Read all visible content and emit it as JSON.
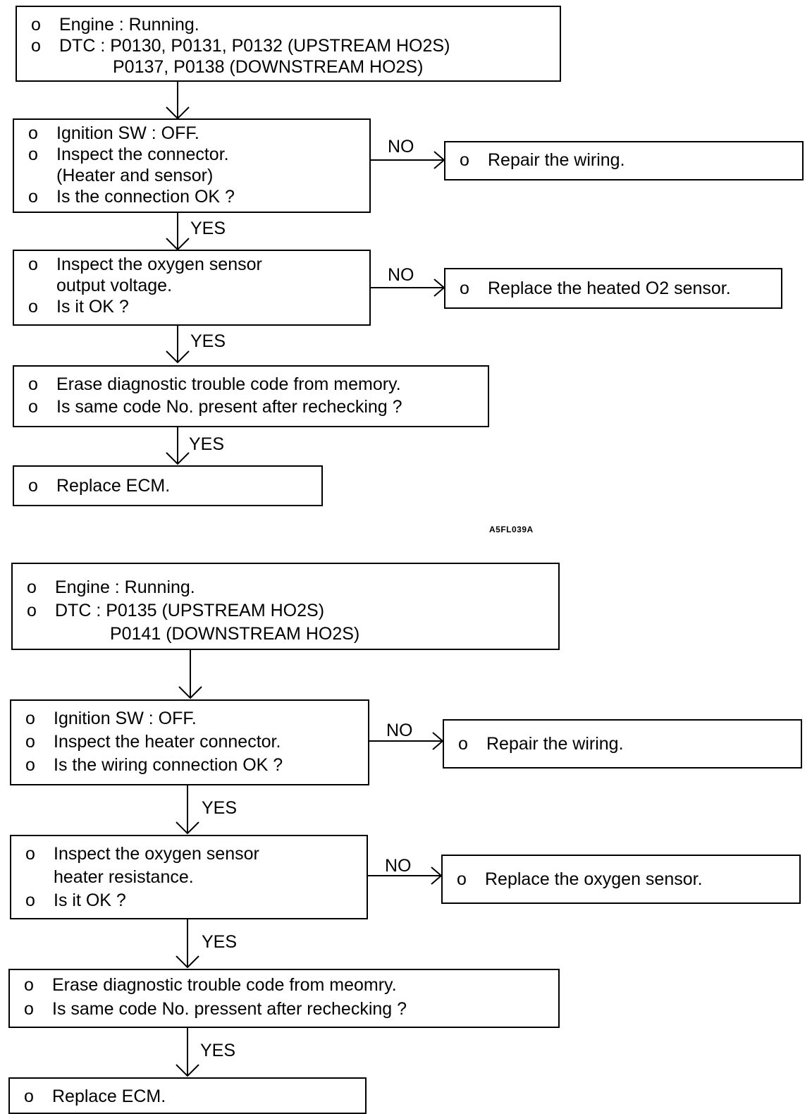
{
  "bullet": "o",
  "chart1": {
    "start": {
      "lines": [
        "Engine : Running.",
        "DTC : P0130, P0131, P0132 (UPSTREAM HO2S)",
        "P0137, P0138 (DOWNSTREAM HO2S)"
      ]
    },
    "step1": {
      "lines": [
        "Ignition SW : OFF.",
        "Inspect the connector.",
        "(Heater and sensor)",
        "Is the connection OK ?"
      ],
      "no_label": "NO",
      "no_action": "Repair the wiring.",
      "yes_label": "YES"
    },
    "step2": {
      "lines": [
        "Inspect the oxygen sensor",
        "output voltage.",
        "Is it OK ?"
      ],
      "no_label": "NO",
      "no_action": "Replace the heated O2 sensor.",
      "yes_label": "YES"
    },
    "step3": {
      "lines": [
        "Erase diagnostic trouble code from memory.",
        "Is same code No. present after rechecking ?"
      ],
      "yes_label": "YES"
    },
    "end": {
      "line": "Replace ECM."
    },
    "figure_code": "A5FL039A"
  },
  "chart2": {
    "start": {
      "lines": [
        "Engine : Running.",
        "DTC : P0135 (UPSTREAM HO2S)",
        "P0141 (DOWNSTREAM HO2S)"
      ]
    },
    "step1": {
      "lines": [
        "Ignition SW : OFF.",
        "Inspect the heater connector.",
        "Is the wiring connection OK ?"
      ],
      "no_label": "NO",
      "no_action": "Repair the wiring.",
      "yes_label": "YES"
    },
    "step2": {
      "lines": [
        "Inspect the oxygen sensor",
        "heater resistance.",
        "Is it OK ?"
      ],
      "no_label": "NO",
      "no_action": "Replace the oxygen sensor.",
      "yes_label": "YES"
    },
    "step3": {
      "lines": [
        "Erase diagnostic trouble code from meomry.",
        "Is same code No. pressent after rechecking ?"
      ],
      "yes_label": "YES"
    },
    "end": {
      "line": "Replace ECM."
    }
  }
}
